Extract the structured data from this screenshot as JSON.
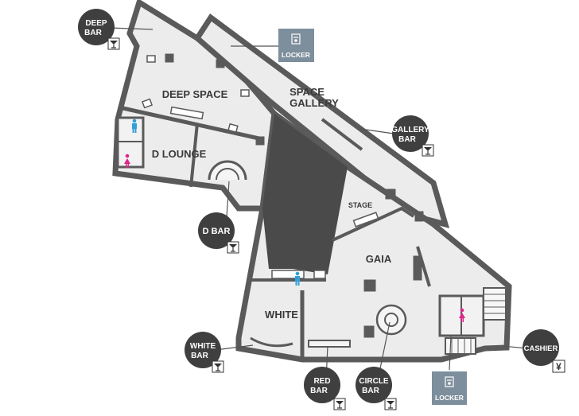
{
  "rooms": {
    "deep_space": "DEEP SPACE",
    "space_gallery_line1": "SPACE",
    "space_gallery_line2": "GALLERY",
    "d_lounge": "D LOUNGE",
    "stage": "STAGE",
    "gaia": "GAIA",
    "white": "WHITE"
  },
  "bars": {
    "deep_bar": [
      "DEEP",
      "BAR"
    ],
    "gallery_bar": [
      "GALLERY",
      "BAR"
    ],
    "d_bar": [
      "D BAR"
    ],
    "white_bar": [
      "WHITE",
      "BAR"
    ],
    "red_bar": [
      "RED",
      "BAR"
    ],
    "circle_bar": [
      "CIRCLE",
      "BAR"
    ],
    "cashier": [
      "CASHIER"
    ]
  },
  "lockers": {
    "top": "LOCKER",
    "bottom": "LOCKER"
  },
  "icons": {
    "cocktail": "cocktail-icon",
    "yen": "¥",
    "restroom_male": "male-restroom-icon",
    "restroom_female": "female-restroom-icon",
    "locker": "locker-icon"
  },
  "colors": {
    "wall": "#5a5a5a",
    "floor": "#e9e9e9",
    "dark_zone": "#4a4a4a",
    "bubble": "#3f3f3f",
    "locker": "#7d8e9c",
    "male": "#2f9fd8",
    "female": "#e0248a"
  }
}
